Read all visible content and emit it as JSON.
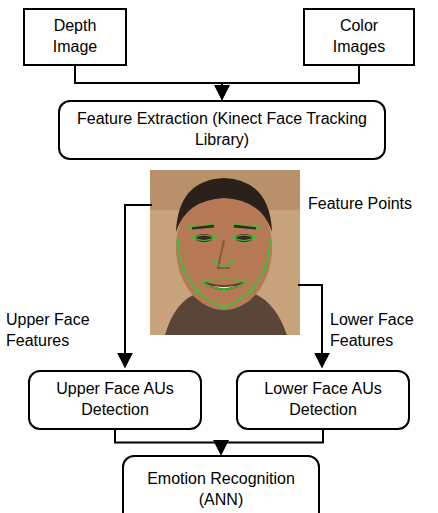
{
  "diagram": {
    "nodes": [
      {
        "text": [
          "Depth Image"
        ]
      },
      {
        "text": [
          "Color Images"
        ]
      },
      {
        "text": [
          "Feature Extraction (Kinect Face Tracking Library)"
        ]
      },
      {
        "text": [
          "Upper Face AUs Detection"
        ]
      },
      {
        "text": [
          "Lower Face AUs Detection"
        ]
      },
      {
        "text": [
          "Emotion Recognition (ANN)"
        ]
      }
    ],
    "edges": [
      {
        "from": 0,
        "to": 2,
        "arrow": "to"
      },
      {
        "from": 1,
        "to": 2,
        "arrow": "to"
      },
      {
        "from": 3,
        "to": 5,
        "arrow": "to"
      },
      {
        "from": 4,
        "to": 5,
        "arrow": "to"
      }
    ],
    "labels": [
      "Feature Points",
      "Upper Face Features",
      "Lower Face Features"
    ]
  }
}
